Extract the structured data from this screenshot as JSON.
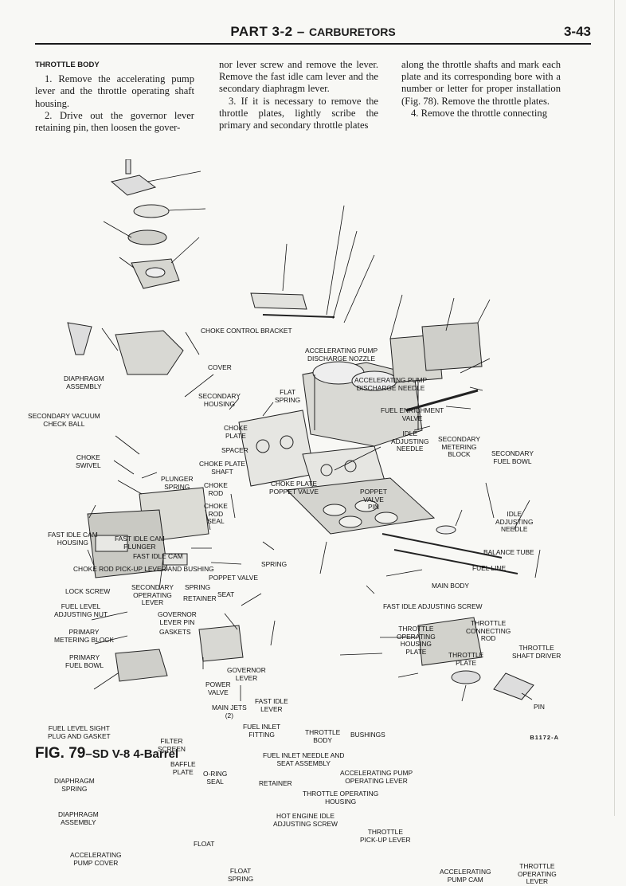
{
  "header": {
    "title_main": "PART 3-2",
    "title_dash": " – ",
    "title_sub": "CARBURETORS",
    "page_number": "3-43"
  },
  "columns": {
    "col1": {
      "heading": "THROTTLE BODY",
      "p1": "1. Remove the accelerating pump lever and the throttle operating shaft housing.",
      "p2": "2. Drive out the governor lever retaining pin, then loosen the gover-"
    },
    "col2": {
      "p1": "nor lever screw and remove the lever. Remove the fast idle cam lever and the secondary diaphragm lever.",
      "p2": "3. If it is necessary to remove the throttle plates, lightly scribe the primary and secondary throttle plates"
    },
    "col3": {
      "p1": "along the throttle shafts and mark each plate and its corresponding bore with a number or letter for proper installation (Fig. 78). Remove the throttle plates.",
      "p2": "4. Remove the throttle connecting"
    }
  },
  "labels": {
    "choke_control_bracket": "CHOKE CONTROL BRACKET",
    "accel_pump_discharge_nozzle": "ACCELERATING PUMP\nDISCHARGE NOZZLE",
    "cover": "COVER",
    "diaphragm_assembly": "DIAPHRAGM\nASSEMBLY",
    "accel_pump_discharge_needle": "ACCELERATING PUMP\nDISCHARGE NEEDLE",
    "flat_spring": "FLAT\nSPRING",
    "secondary_housing": "SECONDARY\nHOUSING",
    "fuel_enrichment_valve": "FUEL ENRICHMENT\nVALVE",
    "secondary_vacuum_check_ball": "SECONDARY VACUUM\nCHECK BALL",
    "choke_plate": "CHOKE\nPLATE",
    "idle_adjusting_needle_top": "IDLE\nADJUSTING\nNEEDLE",
    "secondary_metering_block": "SECONDARY\nMETERING\nBLOCK",
    "spacer": "SPACER",
    "secondary_fuel_bowl": "SECONDARY\nFUEL BOWL",
    "choke_swivel": "CHOKE\nSWIVEL",
    "choke_plate_shaft": "CHOKE PLATE\nSHAFT",
    "plunger_spring": "PLUNGER\nSPRING",
    "choke_rod": "CHOKE\nROD",
    "choke_plate_poppet_valve": "CHOKE PLATE\nPOPPET VALVE",
    "poppet_valve_pin": "POPPET\nVALVE\nPIN",
    "choke_rod_seal": "CHOKE\nROD\nSEAL",
    "idle_adjusting_needle_right": "IDLE\nADJUSTING\nNEEDLE",
    "fast_idle_cam_housing": "FAST IDLE CAM\nHOUSING",
    "fast_idle_cam_plunger": "FAST IDLE CAM\nPLUNGER",
    "fast_idle_cam": "FAST IDLE CAM",
    "balance_tube": "BALANCE TUBE",
    "choke_rod_pickup": "CHOKE ROD PICK-UP LEVER AND BUSHING",
    "spring": "SPRING",
    "fuel_line": "FUEL LINE",
    "poppet_valve": "POPPET VALVE",
    "lock_screw": "LOCK SCREW",
    "secondary_operating_lever": "SECONDARY\nOPERATING\nLEVER",
    "spring_small": "SPRING",
    "retainer_small": "RETAINER",
    "seat": "SEAT",
    "main_body": "MAIN BODY",
    "fuel_level_adjusting_nut": "FUEL LEVEL\nADJUSTING NUT",
    "governor_lever_pin": "GOVERNOR\nLEVER PIN",
    "fast_idle_adjusting_screw": "FAST IDLE ADJUSTING SCREW",
    "gaskets": "GASKETS",
    "primary_metering_block": "PRIMARY\nMETERING BLOCK",
    "throttle_operating_housing_plate": "THROTTLE\nOPERATING\nHOUSING\nPLATE",
    "throttle_connecting_rod": "THROTTLE\nCONNECTING\nROD",
    "throttle_plate": "THROTTLE\nPLATE",
    "throttle_shaft_driver": "THROTTLE\nSHAFT DRIVER",
    "primary_fuel_bowl": "PRIMARY\nFUEL BOWL",
    "governor_lever": "GOVERNOR\nLEVER",
    "power_valve": "POWER\nVALVE",
    "fast_idle_lever": "FAST IDLE\nLEVER",
    "pin": "PIN",
    "main_jets": "MAIN JETS\n(2)",
    "fuel_inlet_fitting": "FUEL INLET\nFITTING",
    "fuel_level_sight_plug": "FUEL LEVEL SIGHT\nPLUG AND GASKET",
    "filter_screen": "FILTER\nSCREEN",
    "throttle_body": "THROTTLE\nBODY",
    "bushings": "BUSHINGS",
    "baffle_plate": "BAFFLE\nPLATE",
    "fuel_inlet_needle": "FUEL INLET NEEDLE AND\nSEAT ASSEMBLY",
    "accel_pump_operating_lever": "ACCELERATING PUMP\nOPERATING LEVER",
    "diaphragm_spring": "DIAPHRAGM\nSPRING",
    "o_ring_seal": "O-RING\nSEAL",
    "retainer": "RETAINER",
    "throttle_operating_housing": "THROTTLE OPERATING\nHOUSING",
    "diaphragm_assembly_lower": "DIAPHRAGM\nASSEMBLY",
    "hot_engine_idle_screw": "HOT ENGINE IDLE\nADJUSTING SCREW",
    "throttle_pickup_lever": "THROTTLE\nPICK-UP LEVER",
    "float": "FLOAT",
    "accel_pump_cover": "ACCELERATING\nPUMP COVER",
    "float_spring": "FLOAT\nSPRING",
    "accel_pump_cam": "ACCELERATING\nPUMP CAM",
    "throttle_operating_lever": "THROTTLE\nOPERATING\nLEVER"
  },
  "figure_id": "B1172-A",
  "caption": {
    "fig_label": "FIG. 79",
    "dash": "–",
    "text": "SD V-8 4-Barrel"
  }
}
